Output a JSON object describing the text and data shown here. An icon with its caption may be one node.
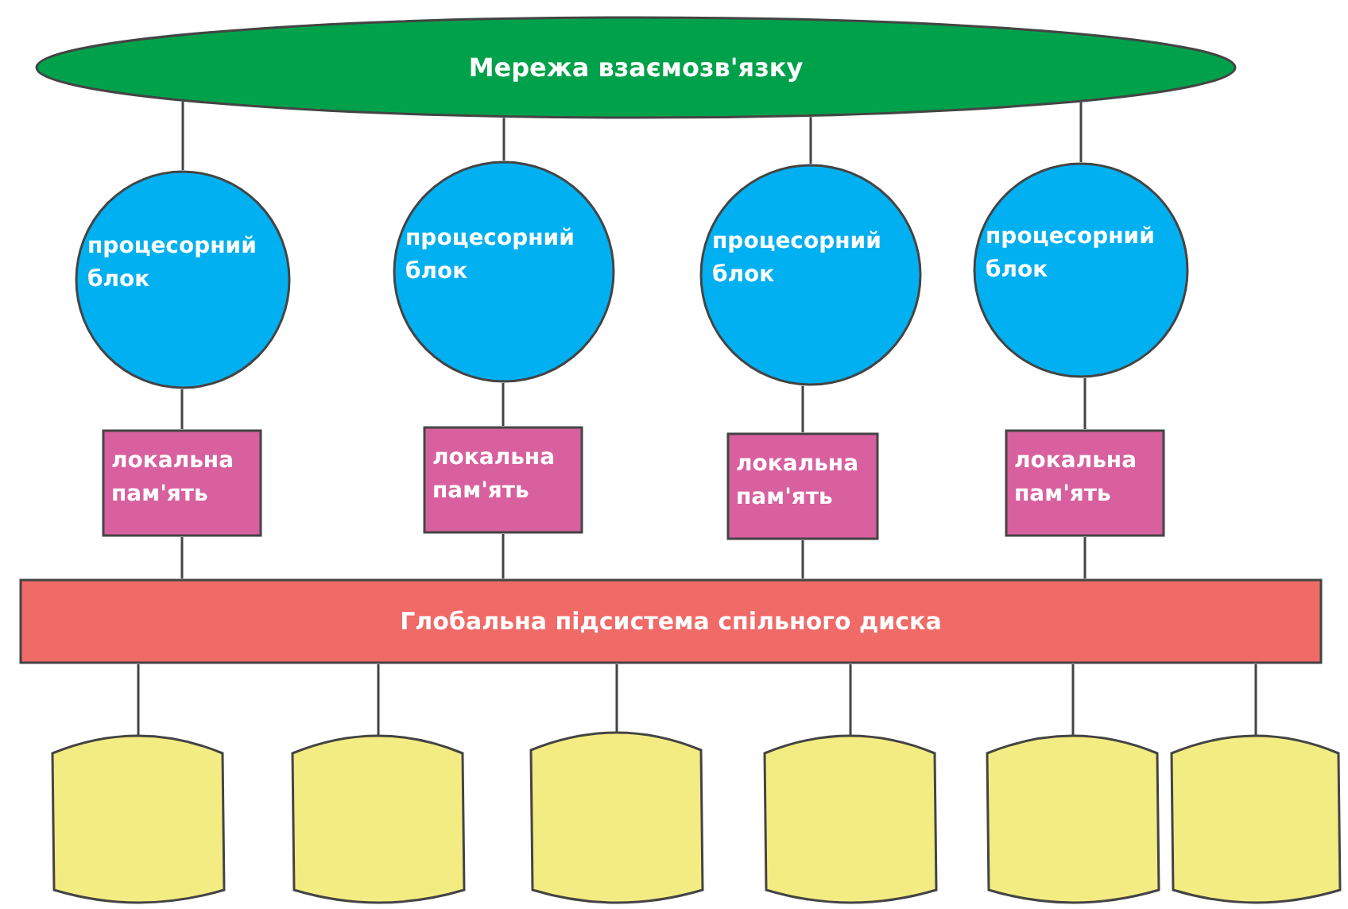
{
  "diagram": {
    "nodes": [
      {
        "text": [
          "Мережа взаємозв'язку"
        ]
      },
      {
        "text": [
          "процесорний блок"
        ]
      },
      {
        "text": [
          "процесорний блок"
        ]
      },
      {
        "text": [
          "процесорний блок"
        ]
      },
      {
        "text": [
          "процесорний блок"
        ]
      },
      {
        "text": [
          "локальна пам'ять"
        ]
      },
      {
        "text": [
          "локальна пам'ять"
        ]
      },
      {
        "text": [
          "локальна пам'ять"
        ]
      },
      {
        "text": [
          "локальна пам'ять"
        ]
      },
      {
        "text": [
          "Глобальна підсистема спільного диска"
        ]
      },
      {
        "text": [],
        "shape": "cylinder"
      },
      {
        "text": [],
        "shape": "cylinder"
      },
      {
        "text": [],
        "shape": "cylinder"
      },
      {
        "text": [],
        "shape": "cylinder"
      },
      {
        "text": [],
        "shape": "cylinder"
      },
      {
        "text": [],
        "shape": "cylinder"
      }
    ],
    "edges": [
      {
        "from": 0,
        "to": 1,
        "arrow": "none"
      },
      {
        "from": 0,
        "to": 2,
        "arrow": "none"
      },
      {
        "from": 0,
        "to": 3,
        "arrow": "none"
      },
      {
        "from": 0,
        "to": 4,
        "arrow": "none"
      },
      {
        "from": 1,
        "to": 5,
        "arrow": "none"
      },
      {
        "from": 2,
        "to": 6,
        "arrow": "none"
      },
      {
        "from": 3,
        "to": 7,
        "arrow": "none"
      },
      {
        "from": 4,
        "to": 8,
        "arrow": "none"
      },
      {
        "from": 5,
        "to": 9,
        "arrow": "none"
      },
      {
        "from": 6,
        "to": 9,
        "arrow": "none"
      },
      {
        "from": 7,
        "to": 9,
        "arrow": "none"
      },
      {
        "from": 8,
        "to": 9,
        "arrow": "none"
      },
      {
        "from": 9,
        "to": 10,
        "arrow": "none"
      },
      {
        "from": 9,
        "to": 11,
        "arrow": "none"
      },
      {
        "from": 9,
        "to": 12,
        "arrow": "none"
      },
      {
        "from": 9,
        "to": 13,
        "arrow": "none"
      },
      {
        "from": 9,
        "to": 14,
        "arrow": "none"
      },
      {
        "from": 9,
        "to": 15,
        "arrow": "none"
      }
    ]
  }
}
